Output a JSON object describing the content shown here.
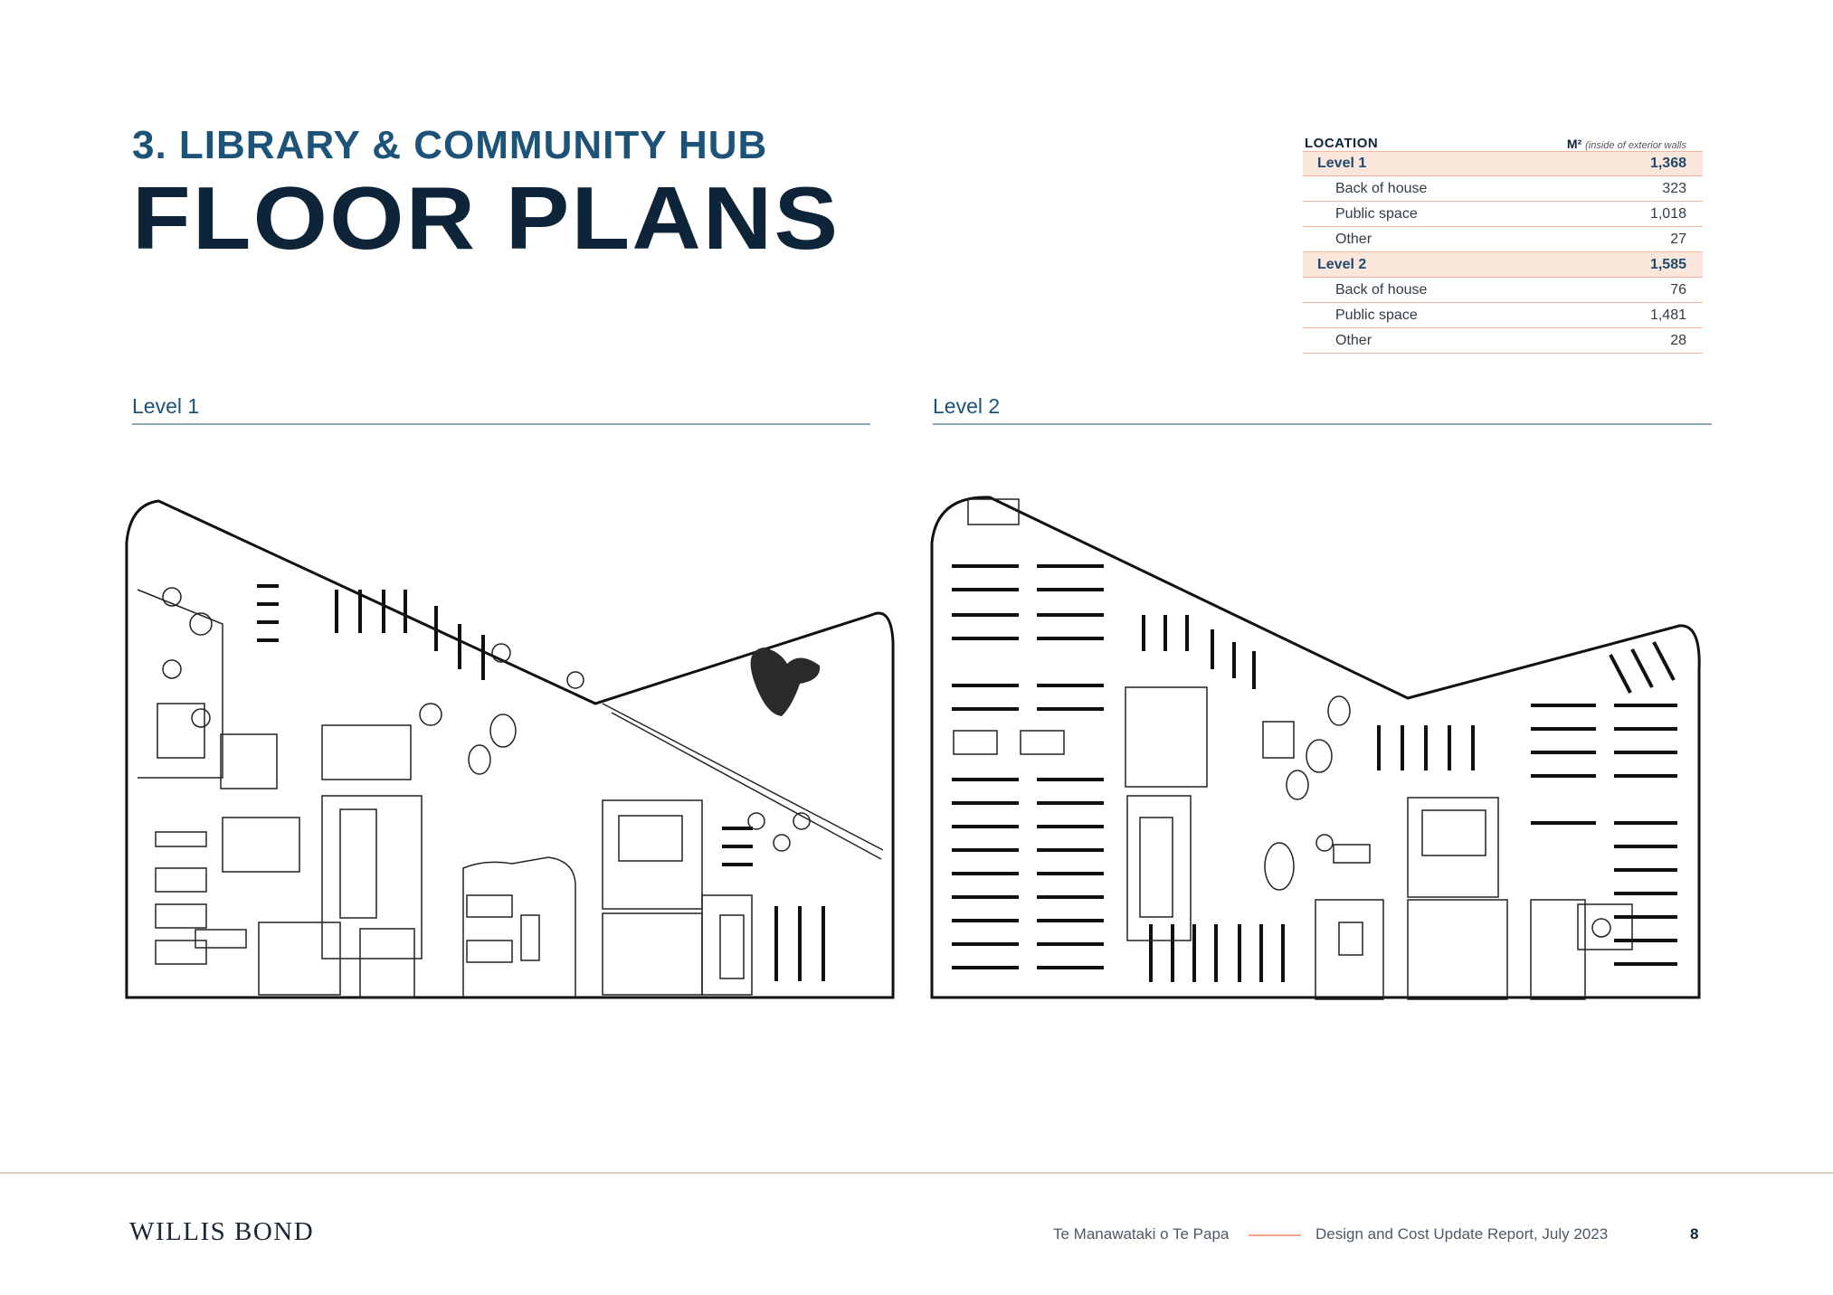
{
  "header": {
    "subtitle": "3. LIBRARY & COMMUNITY HUB",
    "title": "FLOOR PLANS"
  },
  "area_table": {
    "col_location": "LOCATION",
    "col_area": "M²",
    "col_area_note": "(inside of exterior walls",
    "rows": [
      {
        "label": "Level 1",
        "value": "1,368",
        "kind": "level"
      },
      {
        "label": "Back of house",
        "value": "323",
        "kind": "sub"
      },
      {
        "label": "Public space",
        "value": "1,018",
        "kind": "sub"
      },
      {
        "label": "Other",
        "value": "27",
        "kind": "sub"
      },
      {
        "label": "Level 2",
        "value": "1,585",
        "kind": "level"
      },
      {
        "label": "Back of house",
        "value": "76",
        "kind": "sub"
      },
      {
        "label": "Public space",
        "value": "1,481",
        "kind": "sub"
      },
      {
        "label": "Other",
        "value": "28",
        "kind": "sub"
      }
    ]
  },
  "plans": {
    "level1_label": "Level 1",
    "level2_label": "Level 2"
  },
  "footer": {
    "logo": "WILLIS BOND",
    "project": "Te Manawataki o Te Papa",
    "report": "Design and Cost Update Report,  July 2023",
    "page": "8"
  },
  "colors": {
    "title_dark": "#0e2438",
    "title_blue": "#1d5378",
    "table_highlight": "#fbe6dc",
    "table_rule": "#f2b79d",
    "footer_accent": "#f0a988"
  }
}
